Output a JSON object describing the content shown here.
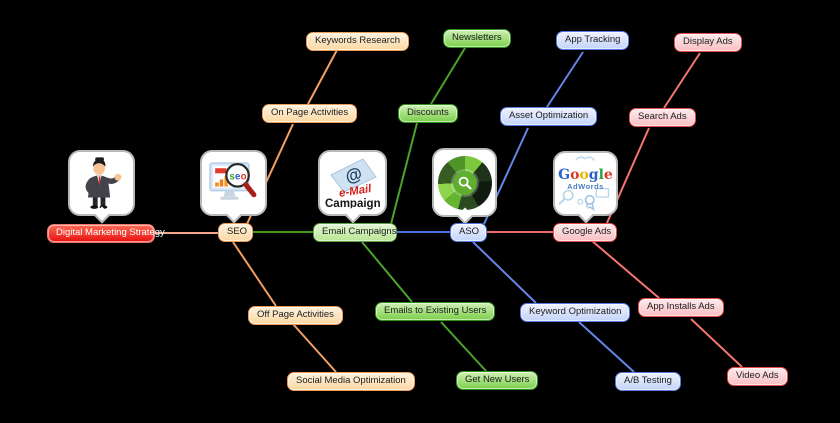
{
  "page": {
    "background": "#000000"
  },
  "colors": {
    "root_accent": "#e8100f",
    "seo_branch": "#ee9a55",
    "email_branch": "#2f8f1d",
    "aso_branch": "#5577e0",
    "google_branch": "#e64a48"
  },
  "mindmap": {
    "root": {
      "label": "Digital Marketing Strategy",
      "icon": "businessman-icon"
    },
    "branches": [
      {
        "label": "SEO",
        "icon": "seo-search-monitor-icon",
        "subtopics_above": [
          {
            "label": "On Page Activities"
          },
          {
            "label": "Keywords Research"
          }
        ],
        "subtopics_below": [
          {
            "label": "Off Page Activities"
          },
          {
            "label": "Social Media Optimization"
          }
        ]
      },
      {
        "label": "Email Campaigns",
        "icon": "email-campaign-icon",
        "subtopics_above": [
          {
            "label": "Discounts"
          },
          {
            "label": "Newsletters"
          }
        ],
        "subtopics_below": [
          {
            "label": "Emails to Existing Users"
          },
          {
            "label": "Get New Users"
          }
        ]
      },
      {
        "label": "ASO",
        "icon": "aso-analytics-wheel-icon",
        "subtopics_above": [
          {
            "label": "Asset Optimization"
          },
          {
            "label": "App Tracking"
          }
        ],
        "subtopics_below": [
          {
            "label": "Keyword Optimization"
          },
          {
            "label": "A/B Testing"
          }
        ]
      },
      {
        "label": "Google Ads",
        "icon": "google-adwords-icon",
        "subtopics_above": [
          {
            "label": "Search Ads"
          },
          {
            "label": "Display Ads"
          }
        ],
        "subtopics_below": [
          {
            "label": "App Installs Ads"
          },
          {
            "label": "Video Ads"
          }
        ]
      }
    ]
  },
  "icons": {
    "seo": {
      "letters": [
        "s",
        "e",
        "o"
      ]
    },
    "email": {
      "at": "@",
      "line1": "e-Mail",
      "line2": "Campaign"
    },
    "google": {
      "letters": [
        "G",
        "o",
        "o",
        "g",
        "l",
        "e"
      ],
      "subtext": "AdWords"
    }
  }
}
